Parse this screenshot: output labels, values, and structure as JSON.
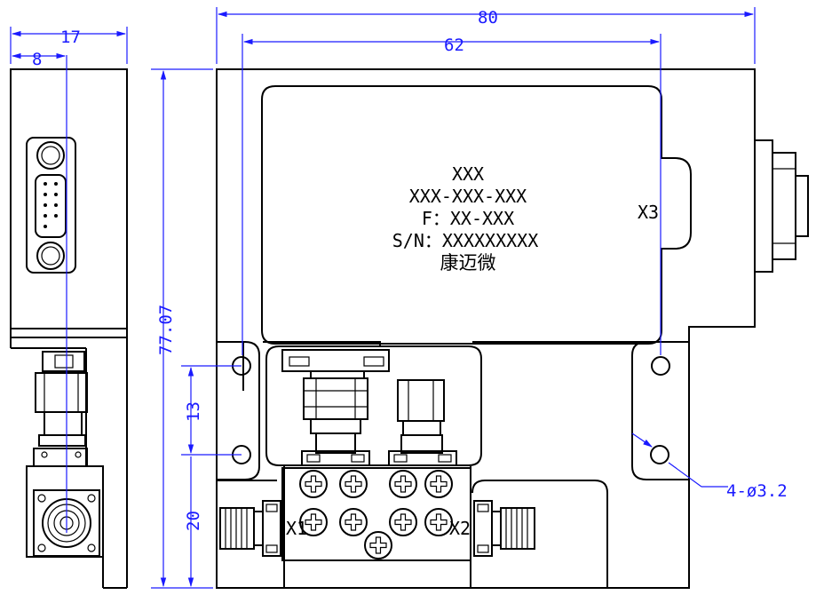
{
  "dimensions": {
    "overall_width": "80",
    "inner_width": "62",
    "side_width": "17",
    "side_offset": "8",
    "overall_height": "77.07",
    "hole_spacing": "13",
    "bottom_offset": "20",
    "holes": "4-ø3.2"
  },
  "label": {
    "line1": "XXX",
    "line2": "XXX-XXX-XXX",
    "line3": "F：XX-XXX",
    "line4": "S/N：XXXXXXXXX",
    "line5": "康迈微"
  },
  "ports": {
    "x1": "X1",
    "x2": "X2",
    "x3": "X3"
  }
}
